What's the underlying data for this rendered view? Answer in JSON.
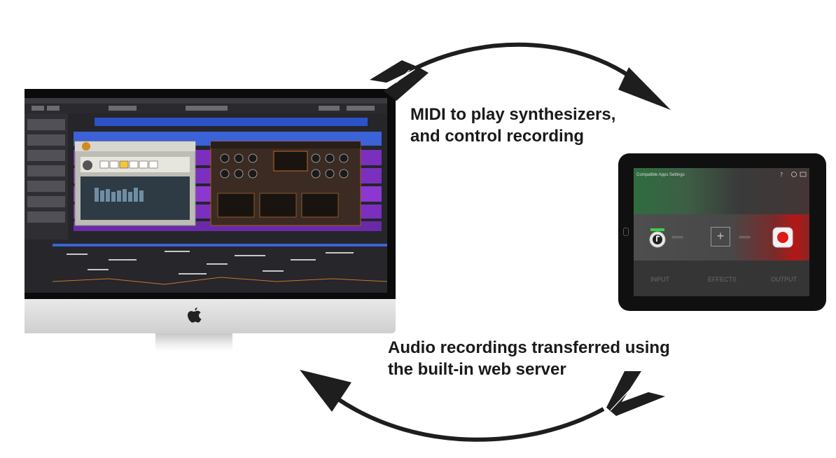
{
  "captions": {
    "top_line1": "MIDI to play synthesizers,",
    "top_line2": "and control recording",
    "bottom_line1": "Audio recordings transferred using",
    "bottom_line2": "the built-in web server"
  },
  "ipad": {
    "nav_left": "Compatible Apps   Settings",
    "tabs": [
      "INPUT",
      "EFFECTS",
      "OUTPUT"
    ],
    "effect_slot_symbol": "+",
    "arrow_chevrons": "››››››››"
  },
  "colors": {
    "arrow": "#1e1e1e",
    "caption_text": "#1a1a1a",
    "record_red": "#e01818",
    "daw_purple": "#7b2fbf",
    "daw_blue": "#2c52c8"
  },
  "icons": {
    "computer": "imac-icon",
    "tablet": "ipad-icon",
    "logo": "apple-logo-icon",
    "input": "audio-input-icon",
    "output": "record-button-icon"
  }
}
